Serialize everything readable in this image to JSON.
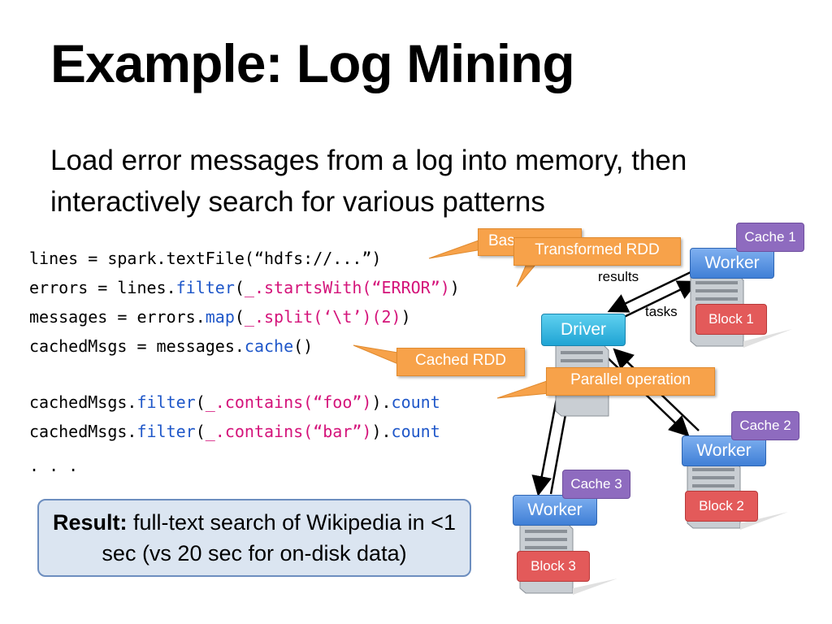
{
  "slide": {
    "title": "Example: Log Mining",
    "subtitle": "Load error messages from a log into memory, then interactively search for various patterns"
  },
  "code": {
    "line1": {
      "a": "lines = spark.textFile(“hdfs://...”)"
    },
    "line2": {
      "a": "errors = lines.",
      "b": "filter",
      "c": "(",
      "d": "_.startsWith(“ERROR”)",
      "e": ")"
    },
    "line3": {
      "a": "messages = errors.",
      "b": "map",
      "c": "(",
      "d": "_.split(‘\\t’)(2)",
      "e": ")"
    },
    "line4": {
      "a": "cachedMsgs = messages.",
      "b": "cache",
      "c": "()"
    },
    "line5": {
      "a": "cachedMsgs.",
      "b": "filter",
      "c": "(",
      "d": "_.contains(“foo”)",
      "e": ").",
      "f": "count"
    },
    "line6": {
      "a": "cachedMsgs.",
      "b": "filter",
      "c": "(",
      "d": "_.contains(“bar”)",
      "e": ").",
      "f": "count"
    },
    "line7": {
      "a": ". . ."
    }
  },
  "callouts": {
    "base_rdd": "Bas",
    "transformed_rdd": "Transformed RDD",
    "cached_rdd": "Cached RDD",
    "parallel_operation": "Parallel operation"
  },
  "result": {
    "bold": "Result:",
    "text": " full-text search of Wikipedia in <1 sec (vs 20 sec for on-disk data)"
  },
  "diagram": {
    "driver": "Driver",
    "worker1": "Worker",
    "worker2": "Worker",
    "worker3": "Worker",
    "cache1": "Cache 1",
    "cache2": "Cache 2",
    "cache3": "Cache 3",
    "block1": "Block 1",
    "block2": "Block 2",
    "block3": "Block 3",
    "results_label": "results",
    "tasks_label": "tasks"
  },
  "colors": {
    "keyword": "#1f57c9",
    "string": "#d4137a",
    "callout": "#f7a24a",
    "worker": "#3f7fd6",
    "driver": "#1fa4d4",
    "cache": "#8e6bbf",
    "block": "#e35a5a"
  }
}
